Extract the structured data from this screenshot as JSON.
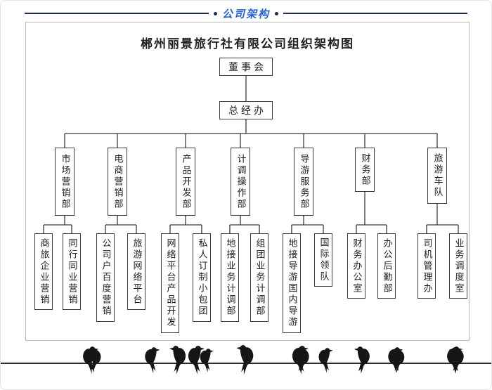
{
  "header": {
    "title": "公司架构"
  },
  "colors": {
    "header_accent": "#2563d4",
    "header_line": "#1e2a52",
    "box_border": "#3c3c3c",
    "connector": "#3a3a3a"
  },
  "chart": {
    "title": "郴州丽景旅行社有限公司组织架构图",
    "root": "董事会",
    "gm": "总经办",
    "departments": [
      {
        "label": "市场营销部",
        "children": [
          "商旅企业营销",
          "同行同业营销"
        ]
      },
      {
        "label": "电商营销部",
        "children": [
          "公司户百度营销",
          "旅游网络平台"
        ]
      },
      {
        "label": "产品开发部",
        "children": [
          "网络平台产品开发",
          "私人订制小包团"
        ]
      },
      {
        "label": "计调操作部",
        "children": [
          "地接业务计调部",
          "组团业务计调部"
        ]
      },
      {
        "label": "导游服务部",
        "children": [
          "地接导游国内导游",
          "国际领队"
        ]
      },
      {
        "label": "财务部",
        "children": [
          "财务办公室",
          "办公后勤部"
        ]
      },
      {
        "label": "旅游车队",
        "children": [
          "司机管理办",
          "业务调度室"
        ]
      }
    ]
  }
}
